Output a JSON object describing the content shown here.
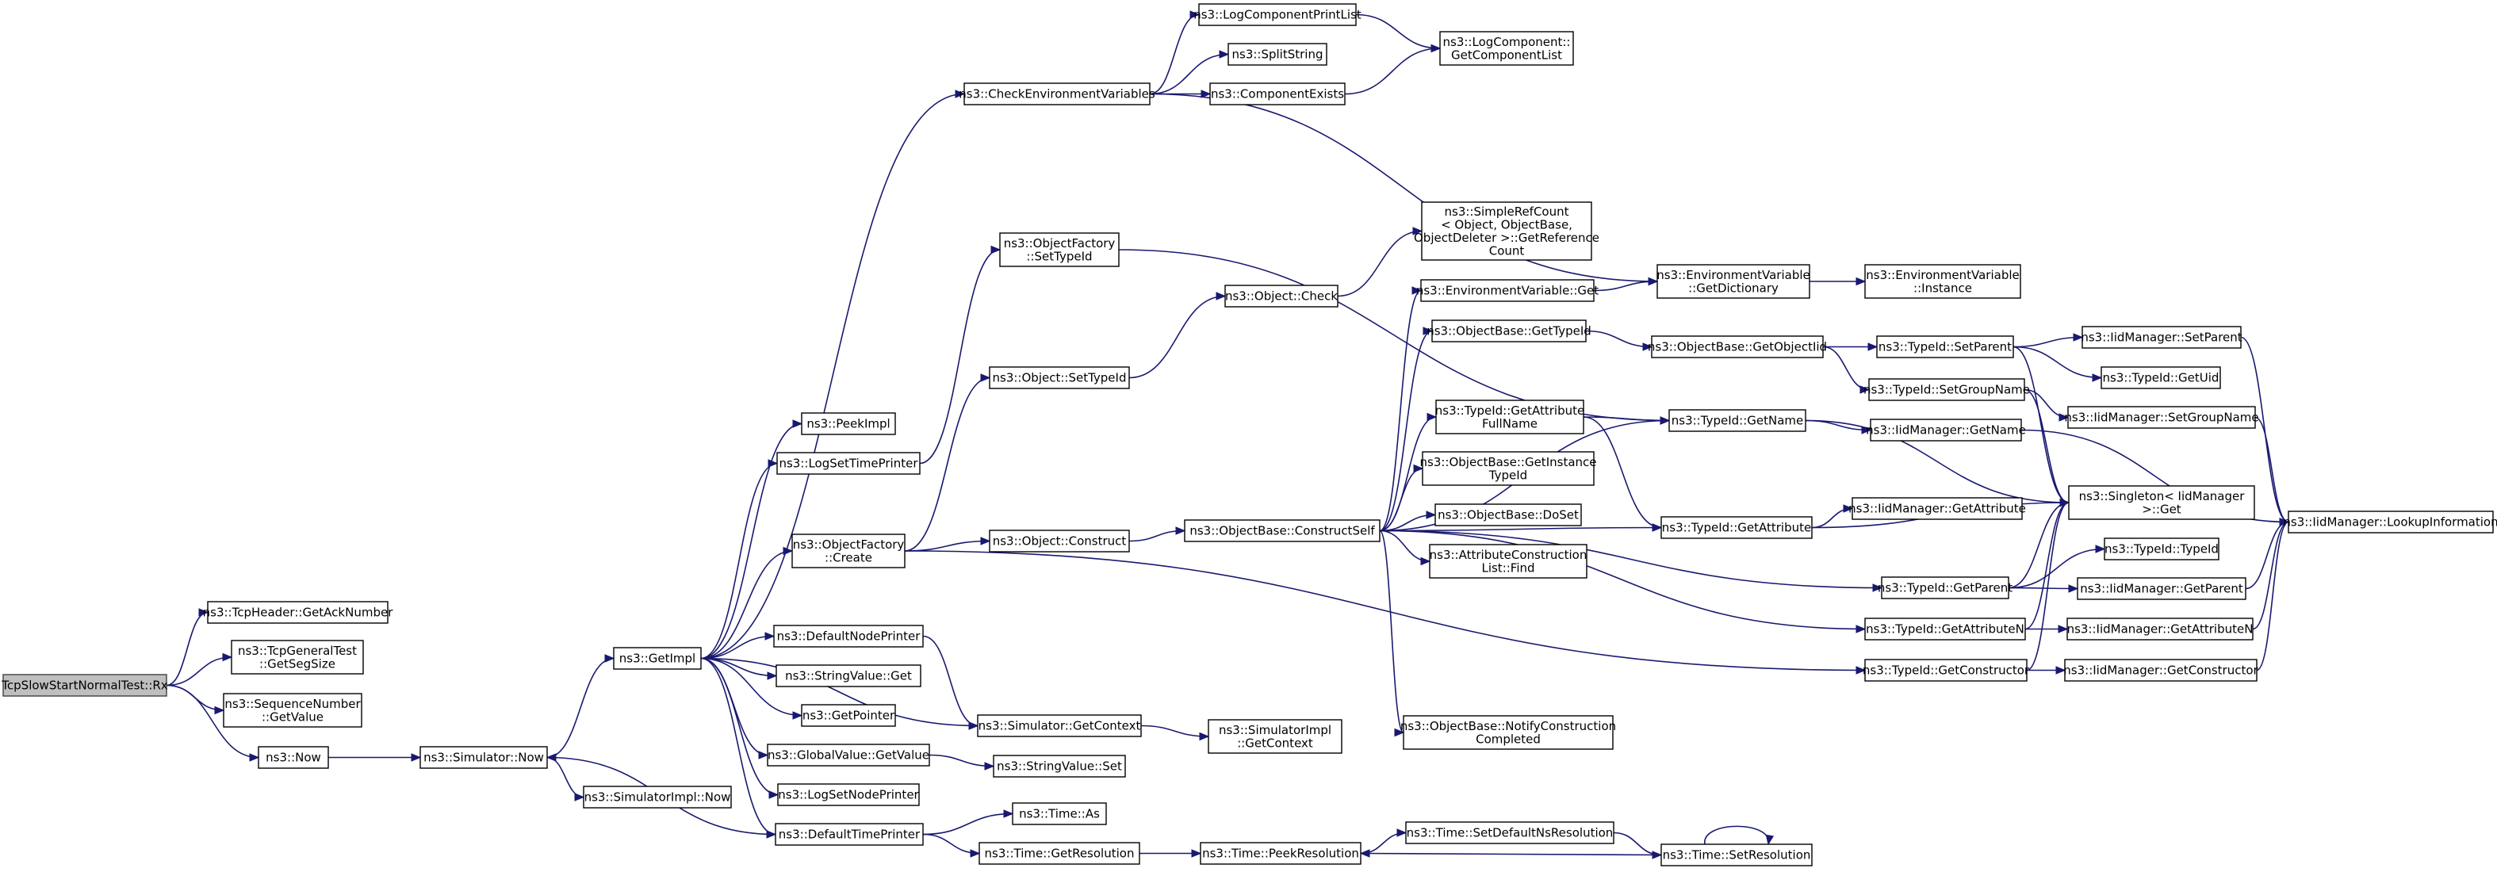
{
  "nodes": [
    {
      "id": "rx",
      "lines": [
        "TcpSlowStartNormalTest::Rx"
      ],
      "root": true
    },
    {
      "id": "getack",
      "lines": [
        "ns3::TcpHeader::GetAckNumber"
      ]
    },
    {
      "id": "getsegsize",
      "lines": [
        "ns3::TcpGeneralTest",
        "::GetSegSize"
      ]
    },
    {
      "id": "seqgetvalue",
      "lines": [
        "ns3::SequenceNumber",
        "::GetValue"
      ]
    },
    {
      "id": "now",
      "lines": [
        "ns3::Now"
      ]
    },
    {
      "id": "simnow",
      "lines": [
        "ns3::Simulator::Now"
      ]
    },
    {
      "id": "getimpl",
      "lines": [
        "ns3::GetImpl"
      ]
    },
    {
      "id": "simimplnow",
      "lines": [
        "ns3::SimulatorImpl::Now"
      ]
    },
    {
      "id": "peekimpl",
      "lines": [
        "ns3::PeekImpl"
      ]
    },
    {
      "id": "logsettimeprinter",
      "lines": [
        "ns3::LogSetTimePrinter"
      ]
    },
    {
      "id": "ofcreate",
      "lines": [
        "ns3::ObjectFactory",
        "::Create"
      ]
    },
    {
      "id": "defaultnodeprinter",
      "lines": [
        "ns3::DefaultNodePrinter"
      ]
    },
    {
      "id": "strvalget",
      "lines": [
        "ns3::StringValue::Get"
      ]
    },
    {
      "id": "getpointer",
      "lines": [
        "ns3::GetPointer"
      ]
    },
    {
      "id": "gvgetvalue",
      "lines": [
        "ns3::GlobalValue::GetValue"
      ]
    },
    {
      "id": "logsetnodeprinter",
      "lines": [
        "ns3::LogSetNodePrinter"
      ]
    },
    {
      "id": "defaulttimeprinter",
      "lines": [
        "ns3::DefaultTimePrinter"
      ]
    },
    {
      "id": "checkenv",
      "lines": [
        "ns3::CheckEnvironmentVariables"
      ]
    },
    {
      "id": "logcompprintlist",
      "lines": [
        "ns3::LogComponentPrintList"
      ]
    },
    {
      "id": "splitstring",
      "lines": [
        "ns3::SplitString"
      ]
    },
    {
      "id": "compexists",
      "lines": [
        "ns3::ComponentExists"
      ]
    },
    {
      "id": "logcompgetlist",
      "lines": [
        "ns3::LogComponent::",
        "GetComponentList"
      ]
    },
    {
      "id": "ofsettypeid",
      "lines": [
        "ns3::ObjectFactory",
        "::SetTypeId"
      ]
    },
    {
      "id": "objsettypeid",
      "lines": [
        "ns3::Object::SetTypeId"
      ]
    },
    {
      "id": "objconstruct",
      "lines": [
        "ns3::Object::Construct"
      ]
    },
    {
      "id": "simgetcontext",
      "lines": [
        "ns3::Simulator::GetContext"
      ]
    },
    {
      "id": "strvalset",
      "lines": [
        "ns3::StringValue::Set"
      ]
    },
    {
      "id": "timeas",
      "lines": [
        "ns3::Time::As"
      ]
    },
    {
      "id": "timegetres",
      "lines": [
        "ns3::Time::GetResolution"
      ]
    },
    {
      "id": "simimplgetctx",
      "lines": [
        "ns3::SimulatorImpl",
        "::GetContext"
      ]
    },
    {
      "id": "objcheck",
      "lines": [
        "ns3::Object::Check"
      ]
    },
    {
      "id": "objbaseconstructself",
      "lines": [
        "ns3::ObjectBase::ConstructSelf"
      ]
    },
    {
      "id": "timepeekres",
      "lines": [
        "ns3::Time::PeekResolution"
      ]
    },
    {
      "id": "simplerefcount",
      "lines": [
        "ns3::SimpleRefCount",
        "< Object, ObjectBase,",
        "ObjectDeleter >::GetReference",
        "Count"
      ]
    },
    {
      "id": "envvarget",
      "lines": [
        "ns3::EnvironmentVariable::Get"
      ]
    },
    {
      "id": "objbasegettypeid",
      "lines": [
        "ns3::ObjectBase::GetTypeId"
      ]
    },
    {
      "id": "typeidgetattrfullname",
      "lines": [
        "ns3::TypeId::GetAttribute",
        "FullName"
      ]
    },
    {
      "id": "objbasegetinsttypeid",
      "lines": [
        "ns3::ObjectBase::GetInstance",
        "TypeId"
      ]
    },
    {
      "id": "objbasedoset",
      "lines": [
        "ns3::ObjectBase::DoSet"
      ]
    },
    {
      "id": "attrconstrlistfind",
      "lines": [
        "ns3::AttributeConstruction",
        "List::Find"
      ]
    },
    {
      "id": "objbasenotify",
      "lines": [
        "ns3::ObjectBase::NotifyConstruction",
        "Completed"
      ]
    },
    {
      "id": "timesetdefaultns",
      "lines": [
        "ns3::Time::SetDefaultNsResolution"
      ]
    },
    {
      "id": "envvargetdict",
      "lines": [
        "ns3::EnvironmentVariable",
        "::GetDictionary"
      ]
    },
    {
      "id": "objbasegetobjectiid",
      "lines": [
        "ns3::ObjectBase::GetObjectIid"
      ]
    },
    {
      "id": "typeidgetname",
      "lines": [
        "ns3::TypeId::GetName"
      ]
    },
    {
      "id": "typeidgetattribute",
      "lines": [
        "ns3::TypeId::GetAttribute"
      ]
    },
    {
      "id": "timesetres",
      "lines": [
        "ns3::Time::SetResolution"
      ]
    },
    {
      "id": "envvarinstance",
      "lines": [
        "ns3::EnvironmentVariable",
        "::Instance"
      ]
    },
    {
      "id": "typeidsetparent",
      "lines": [
        "ns3::TypeId::SetParent"
      ]
    },
    {
      "id": "typeidsetgroupname",
      "lines": [
        "ns3::TypeId::SetGroupName"
      ]
    },
    {
      "id": "iidgetname",
      "lines": [
        "ns3::IidManager::GetName"
      ]
    },
    {
      "id": "iidgetattribute",
      "lines": [
        "ns3::IidManager::GetAttribute"
      ]
    },
    {
      "id": "typeidgetparent",
      "lines": [
        "ns3::TypeId::GetParent"
      ]
    },
    {
      "id": "typeidgetattributen",
      "lines": [
        "ns3::TypeId::GetAttributeN"
      ]
    },
    {
      "id": "typeidgetconstructor",
      "lines": [
        "ns3::TypeId::GetConstructor"
      ]
    },
    {
      "id": "iidsetparent",
      "lines": [
        "ns3::IidManager::SetParent"
      ]
    },
    {
      "id": "typeidgetuid",
      "lines": [
        "ns3::TypeId::GetUid"
      ]
    },
    {
      "id": "iidsetgroupname",
      "lines": [
        "ns3::IidManager::SetGroupName"
      ]
    },
    {
      "id": "singletonget",
      "lines": [
        "ns3::Singleton< IidManager",
        ">::Get"
      ]
    },
    {
      "id": "typeidtypeid",
      "lines": [
        "ns3::TypeId::TypeId"
      ]
    },
    {
      "id": "iidgetparent",
      "lines": [
        "ns3::IidManager::GetParent"
      ]
    },
    {
      "id": "iidgetattributen",
      "lines": [
        "ns3::IidManager::GetAttributeN"
      ]
    },
    {
      "id": "iidgetconstructor",
      "lines": [
        "ns3::IidManager::GetConstructor"
      ]
    },
    {
      "id": "iidlookupinfo",
      "lines": [
        "ns3::IidManager::LookupInformation"
      ]
    }
  ],
  "edges": [
    [
      "rx",
      "getack"
    ],
    [
      "rx",
      "getsegsize"
    ],
    [
      "rx",
      "seqgetvalue"
    ],
    [
      "rx",
      "now"
    ],
    [
      "now",
      "simnow"
    ],
    [
      "simnow",
      "getimpl"
    ],
    [
      "simnow",
      "simimplnow"
    ],
    [
      "getimpl",
      "peekimpl"
    ],
    [
      "getimpl",
      "logsettimeprinter"
    ],
    [
      "getimpl",
      "ofcreate"
    ],
    [
      "getimpl",
      "defaultnodeprinter"
    ],
    [
      "getimpl",
      "strvalget"
    ],
    [
      "getimpl",
      "getpointer"
    ],
    [
      "getimpl",
      "gvgetvalue"
    ],
    [
      "getimpl",
      "logsetnodeprinter"
    ],
    [
      "getimpl",
      "defaulttimeprinter"
    ],
    [
      "getimpl",
      "checkenv"
    ],
    [
      "getimpl",
      "simgetcontext"
    ],
    [
      "logsettimeprinter",
      "ofsettypeid"
    ],
    [
      "checkenv",
      "logcompprintlist"
    ],
    [
      "checkenv",
      "splitstring"
    ],
    [
      "checkenv",
      "compexists"
    ],
    [
      "checkenv",
      "envvargetdict"
    ],
    [
      "logcompprintlist",
      "logcompgetlist"
    ],
    [
      "compexists",
      "logcompgetlist"
    ],
    [
      "ofsettypeid",
      "typeidgetname"
    ],
    [
      "ofcreate",
      "objsettypeid"
    ],
    [
      "ofcreate",
      "objconstruct"
    ],
    [
      "ofcreate",
      "typeidgetconstructor"
    ],
    [
      "objsettypeid",
      "objcheck"
    ],
    [
      "objcheck",
      "simplerefcount"
    ],
    [
      "objconstruct",
      "objbaseconstructself"
    ],
    [
      "defaultnodeprinter",
      "simgetcontext"
    ],
    [
      "simgetcontext",
      "simimplgetctx"
    ],
    [
      "gvgetvalue",
      "strvalset"
    ],
    [
      "defaulttimeprinter",
      "timeas"
    ],
    [
      "defaulttimeprinter",
      "timegetres"
    ],
    [
      "defaulttimeprinter",
      "simnow"
    ],
    [
      "timegetres",
      "timepeekres"
    ],
    [
      "objbaseconstructself",
      "envvarget"
    ],
    [
      "objbaseconstructself",
      "objbasegettypeid"
    ],
    [
      "objbaseconstructself",
      "typeidgetname"
    ],
    [
      "objbaseconstructself",
      "typeidgetattrfullname"
    ],
    [
      "objbaseconstructself",
      "objbasegetinsttypeid"
    ],
    [
      "objbaseconstructself",
      "objbasedoset"
    ],
    [
      "objbaseconstructself",
      "attrconstrlistfind"
    ],
    [
      "objbaseconstructself",
      "typeidgetattribute"
    ],
    [
      "objbaseconstructself",
      "typeidgetparent"
    ],
    [
      "objbaseconstructself",
      "typeidgetattributen"
    ],
    [
      "objbaseconstructself",
      "objbasenotify"
    ],
    [
      "envvarget",
      "envvargetdict"
    ],
    [
      "envvargetdict",
      "envvarinstance"
    ],
    [
      "objbasegettypeid",
      "objbasegetobjectiid"
    ],
    [
      "objbasegetobjectiid",
      "typeidsetparent"
    ],
    [
      "objbasegetobjectiid",
      "typeidsetgroupname"
    ],
    [
      "typeidgetattrfullname",
      "typeidgetname"
    ],
    [
      "typeidgetattrfullname",
      "typeidgetattribute"
    ],
    [
      "typeidgetname",
      "iidgetname"
    ],
    [
      "typeidgetname",
      "singletonget"
    ],
    [
      "typeidgetattribute",
      "iidgetattribute"
    ],
    [
      "typeidgetattribute",
      "singletonget"
    ],
    [
      "typeidsetparent",
      "iidsetparent"
    ],
    [
      "typeidsetparent",
      "typeidgetuid"
    ],
    [
      "typeidsetparent",
      "singletonget"
    ],
    [
      "typeidsetgroupname",
      "iidsetgroupname"
    ],
    [
      "typeidsetgroupname",
      "singletonget"
    ],
    [
      "typeidgetparent",
      "typeidtypeid"
    ],
    [
      "typeidgetparent",
      "iidgetparent"
    ],
    [
      "typeidgetparent",
      "singletonget"
    ],
    [
      "typeidgetattributen",
      "iidgetattributen"
    ],
    [
      "typeidgetattributen",
      "singletonget"
    ],
    [
      "typeidgetconstructor",
      "iidgetconstructor"
    ],
    [
      "typeidgetconstructor",
      "singletonget"
    ],
    [
      "iidsetparent",
      "iidlookupinfo"
    ],
    [
      "iidsetgroupname",
      "iidlookupinfo"
    ],
    [
      "iidgetname",
      "iidlookupinfo"
    ],
    [
      "iidgetparent",
      "iidlookupinfo"
    ],
    [
      "iidgetattributen",
      "iidlookupinfo"
    ],
    [
      "iidgetconstructor",
      "iidlookupinfo"
    ],
    [
      "timepeekres",
      "timesetdefaultns"
    ],
    [
      "timesetdefaultns",
      "timesetres"
    ],
    [
      "timesetres",
      "timepeekres"
    ],
    [
      "timesetres",
      "timesetres"
    ]
  ]
}
